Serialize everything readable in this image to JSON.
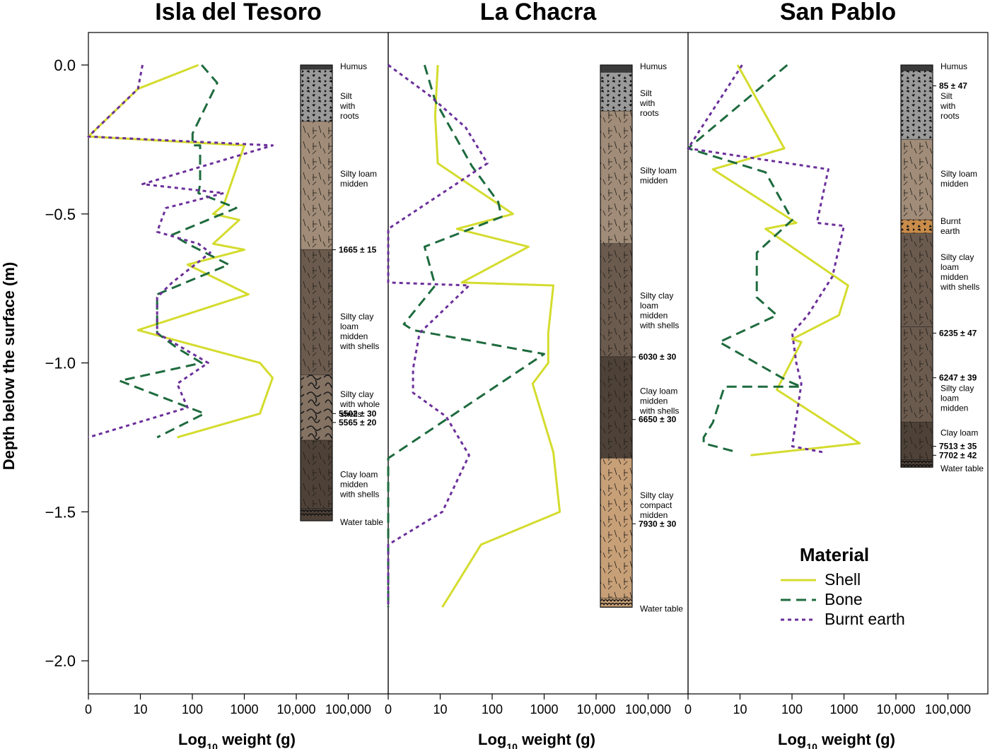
{
  "chart_data": {
    "type": "line",
    "ylabel": "Depth below the surface (m)",
    "xlabel_main": "Log",
    "xlabel_sub": "10",
    "xlabel_rest": " weight (g)",
    "ylim": [
      -2.1,
      0.12
    ],
    "yticks": [
      0.0,
      -0.5,
      -1.0,
      -1.5,
      -2.0
    ],
    "ytick_labels": [
      "0.0",
      "−0.5",
      "−1.0",
      "−1.5",
      "−2.0"
    ],
    "xscale": "log10(weight+1)",
    "xlim": [
      0,
      5.7
    ],
    "xticks": [
      0,
      1,
      2,
      3,
      4,
      5
    ],
    "xtick_labels": [
      "0",
      "10",
      "100",
      "1000",
      "10,000",
      "100,000"
    ],
    "colors": {
      "Shell": "#d4dc2e",
      "Bone": "#1e6b3e",
      "Burnt earth": "#6b2f9a"
    },
    "legend": {
      "title": "Material",
      "position": "bottom-right",
      "entries": [
        {
          "name": "Shell",
          "style": "solid"
        },
        {
          "name": "Bone",
          "style": "dashed"
        },
        {
          "name": "Burnt earth",
          "style": "dotted"
        }
      ]
    },
    "panels": [
      {
        "title": "Isla del Tesoro",
        "series": [
          {
            "name": "Shell",
            "x": [
              130,
              8,
              0,
              1000,
              400,
              250,
              800,
              250,
              1000,
              80,
              1200,
              8,
              2000,
              3500,
              2000,
              50
            ],
            "depth": [
              0,
              -0.08,
              -0.24,
              -0.27,
              -0.47,
              -0.5,
              -0.52,
              -0.6,
              -0.62,
              -0.67,
              -0.77,
              -0.89,
              -1.0,
              -1.05,
              -1.17,
              -1.25
            ]
          },
          {
            "name": "Bone",
            "x": [
              150,
              300,
              100,
              100,
              140,
              140,
              130,
              700,
              40,
              80,
              500,
              20,
              20,
              50,
              150,
              3,
              170,
              20
            ],
            "depth": [
              0,
              -0.06,
              -0.23,
              -0.27,
              -0.27,
              -0.4,
              -0.43,
              -0.48,
              -0.57,
              -0.6,
              -0.67,
              -0.77,
              -0.9,
              -0.95,
              -1.0,
              -1.06,
              -1.17,
              -1.25
            ]
          },
          {
            "name": "Burnt earth",
            "x": [
              10,
              8,
              0,
              3500,
              10,
              400,
              30,
              20,
              130,
              220,
              40,
              20,
              20,
              200,
              50,
              80,
              0
            ],
            "depth": [
              0,
              -0.08,
              -0.24,
              -0.27,
              -0.4,
              -0.43,
              -0.48,
              -0.56,
              -0.6,
              -0.63,
              -0.73,
              -0.78,
              -0.9,
              -1.0,
              -1.07,
              -1.15,
              -1.25
            ]
          }
        ],
        "strata": [
          {
            "label": "Humus",
            "top": 0,
            "bottom": -0.015,
            "color": "#3a3a3a",
            "hatch": "none"
          },
          {
            "label": "Silt with roots",
            "top": -0.015,
            "bottom": -0.19,
            "color": "#9a9a9a",
            "hatch": "roots"
          },
          {
            "label": "Silty loam midden",
            "top": -0.19,
            "bottom": -0.62,
            "color": "#a08c78",
            "hatch": "dashes"
          },
          {
            "label": "Silty clay loam midden with shells",
            "top": -0.62,
            "bottom": -1.04,
            "color": "#6b5b4e",
            "hatch": "dashes"
          },
          {
            "label": "Silty clay with whole shells",
            "top": -1.04,
            "bottom": -1.26,
            "color": "#847263",
            "hatch": "curls"
          },
          {
            "label": "Clay loam midden with shells",
            "top": -1.26,
            "bottom": -1.49,
            "color": "#4e4238",
            "hatch": "dashes"
          },
          {
            "label": "Water table",
            "top": -1.49,
            "bottom": -1.53,
            "color": "#4e4238",
            "hatch": "waves"
          }
        ],
        "strat_label_lines": [
          {
            "lines": [
              "Humus"
            ],
            "depth": 0
          },
          {
            "lines": [
              "Silt",
              "with",
              "roots"
            ],
            "depth": -0.1
          },
          {
            "lines": [
              "Silty loam",
              "midden"
            ],
            "depth": -0.36
          },
          {
            "lines": [
              "Silty clay",
              "loam",
              "midden",
              "with shells"
            ],
            "depth": -0.84
          },
          {
            "lines": [
              "Silty clay",
              "with whole",
              "shells"
            ],
            "depth": -1.1
          },
          {
            "lines": [
              "Clay loam",
              "midden",
              "with shells"
            ],
            "depth": -1.37
          },
          {
            "lines": [
              "Water table"
            ],
            "depth": -1.53
          }
        ],
        "dates": [
          {
            "label": "1665 ± 15",
            "depth": -0.62
          },
          {
            "label": "5502 ± 30",
            "depth": -1.17
          },
          {
            "label": "5565 ± 20",
            "depth": -1.2
          }
        ]
      },
      {
        "title": "La Chacra",
        "series": [
          {
            "name": "Shell",
            "x": [
              8,
              7,
              8,
              250,
              20,
              500,
              25,
              1500,
              1200,
              1200,
              600,
              1500,
              2000,
              60,
              10
            ],
            "depth": [
              0,
              -0.17,
              -0.33,
              -0.5,
              -0.55,
              -0.61,
              -0.73,
              -0.74,
              -0.9,
              -1.0,
              -1.07,
              -1.3,
              -1.5,
              -1.61,
              -1.82
            ]
          },
          {
            "name": "Bone",
            "x": [
              4,
              7,
              40,
              130,
              150,
              4,
              7,
              1,
              2,
              1000,
              0,
              0
            ],
            "depth": [
              0,
              -0.12,
              -0.34,
              -0.46,
              -0.51,
              -0.61,
              -0.74,
              -0.87,
              -0.89,
              -0.97,
              -1.32,
              -1.82
            ]
          },
          {
            "name": "Burnt earth",
            "x": [
              0,
              5,
              30,
              80,
              0,
              0,
              35,
              3,
              2,
              2,
              12,
              35,
              10,
              0,
              0
            ],
            "depth": [
              0,
              -0.1,
              -0.21,
              -0.33,
              -0.55,
              -0.73,
              -0.74,
              -0.9,
              -1.02,
              -1.1,
              -1.18,
              -1.31,
              -1.5,
              -1.61,
              -1.82
            ]
          }
        ],
        "strata": [
          {
            "label": "Humus",
            "top": 0,
            "bottom": -0.025,
            "color": "#3a3a3a",
            "hatch": "none"
          },
          {
            "label": "Silt with roots",
            "top": -0.025,
            "bottom": -0.155,
            "color": "#9a9a9a",
            "hatch": "roots"
          },
          {
            "label": "Silty loam midden",
            "top": -0.155,
            "bottom": -0.6,
            "color": "#a08c78",
            "hatch": "dashes"
          },
          {
            "label": "Silty clay loam midden with shells",
            "top": -0.6,
            "bottom": -0.98,
            "color": "#6b5b4e",
            "hatch": "dashes"
          },
          {
            "label": "Clay loam midden with shells",
            "top": -0.98,
            "bottom": -1.32,
            "color": "#4e4238",
            "hatch": "dashes"
          },
          {
            "label": "Silty clay compact midden",
            "top": -1.32,
            "bottom": -1.79,
            "color": "#c8a078",
            "hatch": "dashes"
          },
          {
            "label": "Water table",
            "top": -1.79,
            "bottom": -1.82,
            "color": "#c8a078",
            "hatch": "waves"
          }
        ],
        "strat_label_lines": [
          {
            "lines": [
              "Humus"
            ],
            "depth": 0
          },
          {
            "lines": [
              "Silt",
              "with",
              "roots"
            ],
            "depth": -0.09
          },
          {
            "lines": [
              "Silty loam",
              "midden"
            ],
            "depth": -0.35
          },
          {
            "lines": [
              "Silty clay",
              "loam",
              "midden",
              "with shells"
            ],
            "depth": -0.77
          },
          {
            "lines": [
              "Clay loam",
              "midden",
              "with shells"
            ],
            "depth": -1.09
          },
          {
            "lines": [
              "Silty clay",
              "compact",
              "midden"
            ],
            "depth": -1.44
          },
          {
            "lines": [
              "Water table"
            ],
            "depth": -1.82
          }
        ],
        "dates": [
          {
            "label": "6030 ± 30",
            "depth": -0.98
          },
          {
            "label": "6650 ± 30",
            "depth": -1.19
          },
          {
            "label": "7930 ± 30",
            "depth": -1.54
          }
        ]
      },
      {
        "title": "San Pablo",
        "series": [
          {
            "name": "Shell",
            "x": [
              8,
              70,
              2,
              120,
              30,
              1200,
              800,
              100,
              150,
              50,
              2000,
              15
            ],
            "depth": [
              0,
              -0.28,
              -0.35,
              -0.53,
              -0.55,
              -0.74,
              -0.84,
              -0.92,
              -0.93,
              -1.09,
              -1.27,
              -1.31
            ]
          },
          {
            "name": "Bone",
            "x": [
              80,
              0,
              30,
              100,
              20,
              20,
              50,
              3,
              80,
              150,
              4,
              2,
              1,
              1,
              8
            ],
            "depth": [
              0,
              -0.28,
              -0.36,
              -0.52,
              -0.63,
              -0.78,
              -0.84,
              -0.93,
              -1.06,
              -1.08,
              -1.08,
              -1.2,
              -1.25,
              -1.27,
              -1.3
            ]
          },
          {
            "name": "Burnt earth",
            "x": [
              10,
              0,
              0,
              500,
              300,
              1000,
              600,
              200,
              100,
              120,
              150,
              100,
              400
            ],
            "depth": [
              0,
              -0.28,
              -0.28,
              -0.35,
              -0.53,
              -0.54,
              -0.71,
              -0.84,
              -0.9,
              -1.0,
              -1.07,
              -1.28,
              -1.3
            ]
          }
        ],
        "strata": [
          {
            "label": "Humus",
            "top": 0,
            "bottom": -0.02,
            "color": "#3a3a3a",
            "hatch": "none"
          },
          {
            "label": "Silt with roots",
            "top": -0.02,
            "bottom": -0.25,
            "color": "#9a9a9a",
            "hatch": "roots"
          },
          {
            "label": "Silty loam midden",
            "top": -0.25,
            "bottom": -0.52,
            "color": "#a08c78",
            "hatch": "dashes"
          },
          {
            "label": "Burnt earth",
            "top": -0.52,
            "bottom": -0.565,
            "color": "#c98c4a",
            "hatch": "roots"
          },
          {
            "label": "Silty clay loam midden with shells",
            "top": -0.565,
            "bottom": -0.88,
            "color": "#6b5b4e",
            "hatch": "dashes"
          },
          {
            "label": "Silty clay loam midden",
            "top": -0.88,
            "bottom": -1.2,
            "color": "#6b5b4e",
            "hatch": "dashes"
          },
          {
            "label": "Clay loam",
            "top": -1.2,
            "bottom": -1.325,
            "color": "#4e4238",
            "hatch": "dashes"
          },
          {
            "label": "Water table",
            "top": -1.325,
            "bottom": -1.35,
            "color": "#4e4238",
            "hatch": "waves"
          }
        ],
        "strat_label_lines": [
          {
            "lines": [
              "Humus"
            ],
            "depth": 0
          },
          {
            "lines": [
              "Silt",
              "with",
              "roots"
            ],
            "depth": -0.1
          },
          {
            "lines": [
              "Silty loam",
              "midden"
            ],
            "depth": -0.36
          },
          {
            "lines": [
              "Burnt",
              "earth"
            ],
            "depth": -0.52
          },
          {
            "lines": [
              "Silty clay",
              "loam",
              "midden",
              "with shells"
            ],
            "depth": -0.64
          },
          {
            "lines": [
              "Silty clay",
              "loam",
              "midden"
            ],
            "depth": -1.08
          },
          {
            "lines": [
              "Clay loam"
            ],
            "depth": -1.23
          },
          {
            "lines": [
              "Water table"
            ],
            "depth": -1.35
          }
        ],
        "dates": [
          {
            "label": "85 ± 47",
            "depth": -0.07
          },
          {
            "label": "6235 ± 47",
            "depth": -0.9
          },
          {
            "label": "6247 ± 39",
            "depth": -1.05
          },
          {
            "label": "7513 ± 35",
            "depth": -1.28
          },
          {
            "label": "7702 ± 42",
            "depth": -1.31
          }
        ]
      }
    ]
  }
}
